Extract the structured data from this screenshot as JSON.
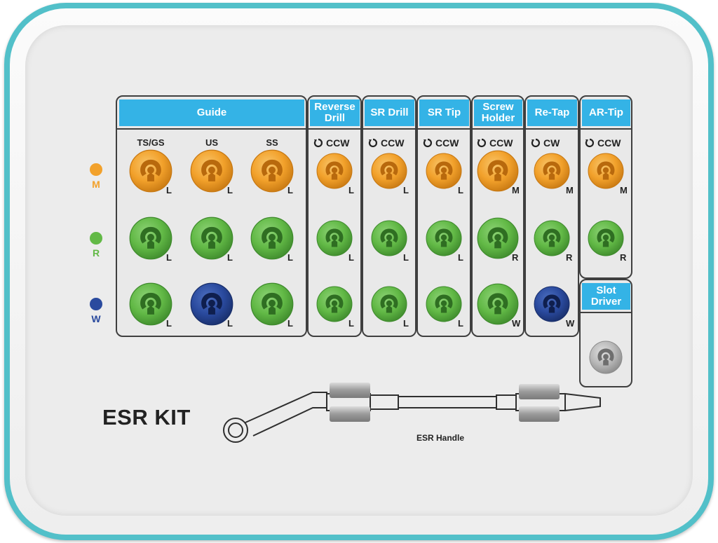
{
  "kit_title": "ESR KIT",
  "handle_label": "ESR Handle",
  "legend": [
    {
      "label": "M",
      "color": "#f2a12b"
    },
    {
      "label": "R",
      "color": "#62b946"
    },
    {
      "label": "W",
      "color": "#2a4a9e"
    }
  ],
  "colors": {
    "orange": "#f2a12b",
    "green": "#62b946",
    "blue": "#2a4a9e",
    "gray": "#b8b8b8",
    "header": "#34b3e6",
    "tray_border": "#52c0c9"
  },
  "columns": [
    {
      "header": "Guide",
      "sub_labels": [
        "TS/GS",
        "US",
        "SS"
      ],
      "direction": "",
      "slots": [
        [
          "orange",
          "green",
          "green"
        ],
        [
          "orange",
          "green",
          "blue"
        ],
        [
          "orange",
          "green",
          "green"
        ]
      ],
      "size_tags": [
        [
          "L",
          "L",
          "L"
        ],
        [
          "L",
          "L",
          "L"
        ],
        [
          "L",
          "L",
          "L"
        ]
      ]
    },
    {
      "header_lines": [
        "Reverse",
        "Drill"
      ],
      "direction": "CCW",
      "slots": [
        "orange",
        "green",
        "green"
      ],
      "size_tags": [
        "L",
        "L",
        "L"
      ]
    },
    {
      "header": "SR Drill",
      "direction": "CCW",
      "slots": [
        "orange",
        "green",
        "green"
      ],
      "size_tags": [
        "L",
        "L",
        "L"
      ]
    },
    {
      "header": "SR Tip",
      "direction": "CCW",
      "slots": [
        "orange",
        "green",
        "green"
      ],
      "size_tags": [
        "L",
        "L",
        "L"
      ]
    },
    {
      "header_lines": [
        "Screw",
        "Holder"
      ],
      "direction": "CCW",
      "slots": [
        "orange",
        "green",
        "green"
      ],
      "size_tags": [
        "M",
        "R",
        "W"
      ]
    },
    {
      "header": "Re-Tap",
      "direction": "CW",
      "slots": [
        "orange",
        "green",
        "blue"
      ],
      "size_tags": [
        "M",
        "R",
        "W"
      ]
    },
    {
      "header": "AR-Tip",
      "direction": "CCW",
      "slots": [
        "orange",
        "green"
      ],
      "size_tags": [
        "M",
        "R"
      ]
    },
    {
      "header_lines": [
        "Slot",
        "Driver"
      ],
      "direction": "",
      "slots": [
        "gray"
      ],
      "size_tags": []
    }
  ]
}
